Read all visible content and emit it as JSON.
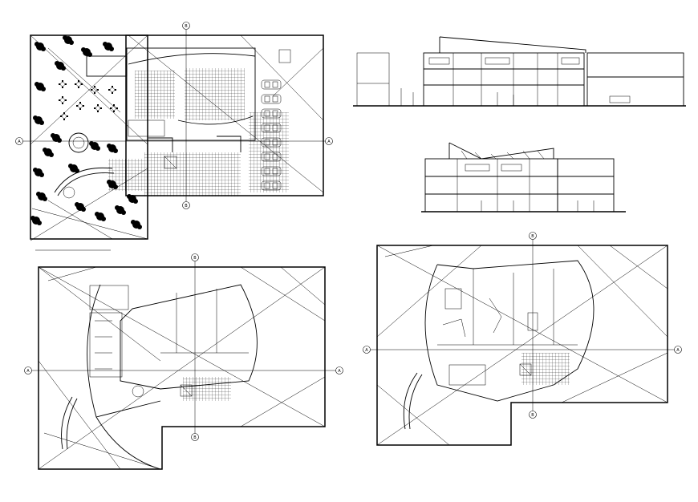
{
  "drawing": {
    "panels": [
      {
        "name": "site-plan",
        "axis_marks": [
          "B",
          "B",
          "A",
          "A"
        ]
      },
      {
        "name": "elevation-section-1"
      },
      {
        "name": "elevation-section-2"
      },
      {
        "name": "floor-plan-1",
        "axis_marks": [
          "B",
          "B",
          "A",
          "A"
        ]
      },
      {
        "name": "floor-plan-2",
        "axis_marks": [
          "B",
          "B",
          "A",
          "A"
        ]
      }
    ]
  }
}
